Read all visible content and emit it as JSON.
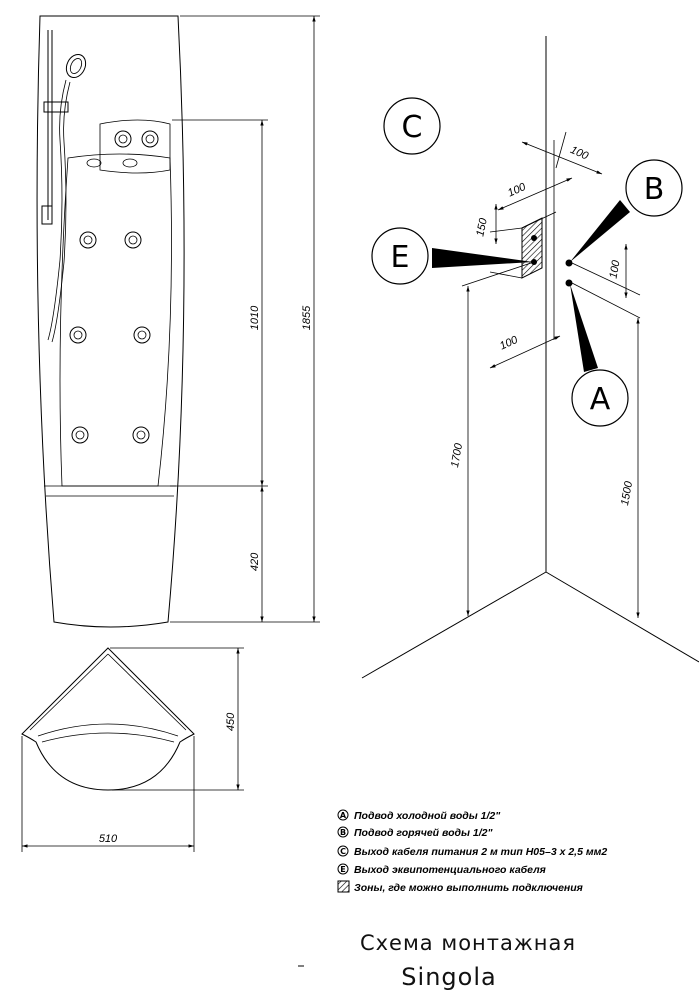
{
  "dimensions": {
    "total_height": "1855",
    "panel_height": "1010",
    "base_height": "420",
    "depth": "450",
    "width": "510",
    "offset_c": "100",
    "offset_top": "100",
    "height_e": "150",
    "offset_b": "100",
    "offset_bottom": "100",
    "height_e_floor": "1700",
    "height_a_floor": "1500"
  },
  "markers": {
    "a": "A",
    "b": "B",
    "c": "C",
    "e": "E"
  },
  "legend": [
    {
      "key": "A",
      "text": "Подвод холодной воды 1/2\""
    },
    {
      "key": "B",
      "text": "Подвод горячей воды 1/2\""
    },
    {
      "key": "C",
      "text": "Выход кабеля питания  2 м тип H05–3 х 2,5 мм2"
    },
    {
      "key": "E",
      "text": "Выход эквипотенциального кабеля"
    },
    {
      "key": "",
      "text": "Зоны, где можно выполнить  подключения"
    }
  ],
  "title": {
    "line1": "Схема монтажная",
    "line2": "Singola"
  },
  "colors": {
    "line": "#000000",
    "background": "#ffffff"
  }
}
